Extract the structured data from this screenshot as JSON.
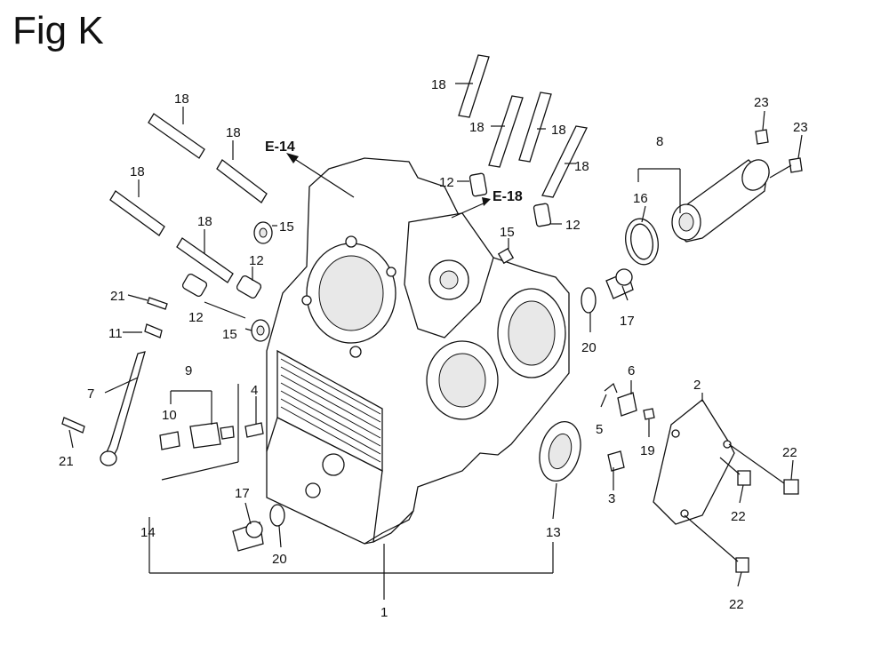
{
  "figure": {
    "title": "Fig K"
  },
  "references": [
    {
      "id": "ref-e14",
      "text": "E-14"
    },
    {
      "id": "ref-e18",
      "text": "E-18"
    }
  ],
  "callouts": [
    {
      "num": "1"
    },
    {
      "num": "2"
    },
    {
      "num": "3"
    },
    {
      "num": "4"
    },
    {
      "num": "5"
    },
    {
      "num": "6"
    },
    {
      "num": "7"
    },
    {
      "num": "8"
    },
    {
      "num": "9"
    },
    {
      "num": "10"
    },
    {
      "num": "11"
    },
    {
      "num": "12"
    },
    {
      "num": "12"
    },
    {
      "num": "12"
    },
    {
      "num": "12"
    },
    {
      "num": "13"
    },
    {
      "num": "14"
    },
    {
      "num": "15"
    },
    {
      "num": "15"
    },
    {
      "num": "15"
    },
    {
      "num": "16"
    },
    {
      "num": "17"
    },
    {
      "num": "17"
    },
    {
      "num": "18"
    },
    {
      "num": "18"
    },
    {
      "num": "18"
    },
    {
      "num": "18"
    },
    {
      "num": "18"
    },
    {
      "num": "18"
    },
    {
      "num": "18"
    },
    {
      "num": "18"
    },
    {
      "num": "19"
    },
    {
      "num": "20"
    },
    {
      "num": "20"
    },
    {
      "num": "21"
    },
    {
      "num": "21"
    },
    {
      "num": "22"
    },
    {
      "num": "22"
    },
    {
      "num": "22"
    },
    {
      "num": "23"
    },
    {
      "num": "23"
    }
  ]
}
